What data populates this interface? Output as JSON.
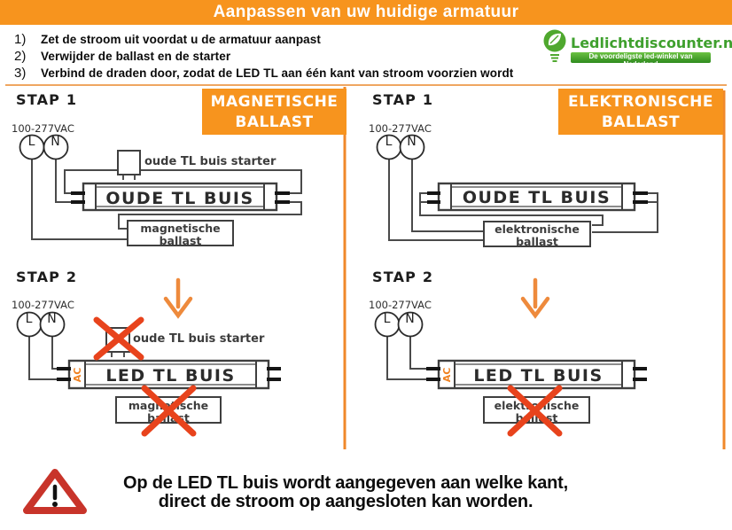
{
  "header": {
    "title": "Aanpassen van uw huidige armatuur"
  },
  "instructions": [
    {
      "num": "1)",
      "text": "Zet de stroom uit voordat u de armatuur aanpast"
    },
    {
      "num": "2)",
      "text": "Verwijder de ballast en de starter"
    },
    {
      "num": "3)",
      "text": "Verbind de draden door, zodat de LED TL aan één kant van stroom voorzien wordt"
    }
  ],
  "logo": {
    "brand": "Ledlichtdiscounter.nl",
    "tagline": "De voordeligste led-winkel van Nederland",
    "icon": "leaf-bulb-icon"
  },
  "magnetic": {
    "badge_line1": "MAGNETISCHE",
    "badge_line2": "BALLAST",
    "step1": {
      "label": "STAP 1",
      "voltage": "100-277VAC",
      "live": "L",
      "neutral": "N",
      "starter": "oude TL buis starter",
      "tube": "OUDE TL BUIS",
      "ballast_line1": "magnetische",
      "ballast_line2": "ballast"
    },
    "step2": {
      "label": "STAP 2",
      "voltage": "100-277VAC",
      "live": "L",
      "neutral": "N",
      "starter": "oude TL buis starter",
      "tube": "LED TL BUIS",
      "ac": "AC",
      "ballast_line1": "magnetische",
      "ballast_line2": "ballast"
    }
  },
  "electronic": {
    "badge_line1": "ELEKTRONISCHE",
    "badge_line2": "BALLAST",
    "step1": {
      "label": "STAP 1",
      "voltage": "100-277VAC",
      "live": "L",
      "neutral": "N",
      "tube": "OUDE TL BUIS",
      "ballast_line1": "elektronische",
      "ballast_line2": "ballast"
    },
    "step2": {
      "label": "STAP 2",
      "voltage": "100-277VAC",
      "live": "L",
      "neutral": "N",
      "tube": "LED TL BUIS",
      "ac": "AC",
      "ballast_line1": "elektronische",
      "ballast_line2": "ballast"
    }
  },
  "footer": {
    "warning_icon": "warning-triangle-icon",
    "line1": "Op de LED TL buis wordt aangegeven aan welke kant,",
    "line2": "direct de stroom op aangesloten kan worden."
  },
  "colors": {
    "header_orange": "#F7941E",
    "divider_orange": "#F0882A",
    "arrow_orange": "#EE8A3C",
    "cross_red": "#E8431C",
    "wire_gray": "#4a4a4a",
    "brand_green": "#3FA02E",
    "warning_red": "#C8342A",
    "ac_orange": "#F08222"
  }
}
